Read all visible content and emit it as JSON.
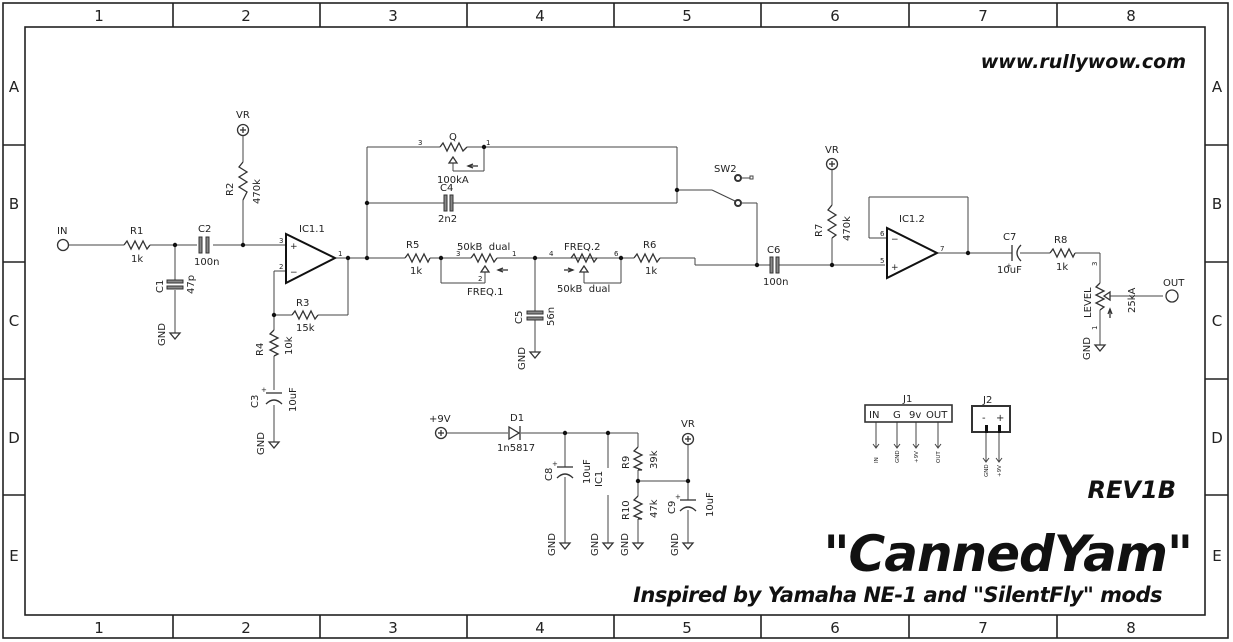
{
  "sheet": {
    "columns": [
      "1",
      "2",
      "3",
      "4",
      "5",
      "6",
      "7",
      "8"
    ],
    "rows": [
      "A",
      "B",
      "C",
      "D",
      "E"
    ]
  },
  "title_block": {
    "website": "www.rullywow.com",
    "revision": "REV1B",
    "title": "\"CannedYam\"",
    "subtitle": "Inspired by Yamaha NE-1 and \"SilentFly\" mods"
  },
  "nets": {
    "in": "IN",
    "out": "OUT",
    "vr": "VR",
    "gnd": "GND",
    "v9": "+9V"
  },
  "components": {
    "R1": {
      "ref": "R1",
      "value": "1k"
    },
    "R2": {
      "ref": "R2",
      "value": "470k"
    },
    "R3": {
      "ref": "R3",
      "value": "15k"
    },
    "R4": {
      "ref": "R4",
      "value": "10k"
    },
    "R5": {
      "ref": "R5",
      "value": "1k"
    },
    "R6": {
      "ref": "R6",
      "value": "1k"
    },
    "R7": {
      "ref": "R7",
      "value": "470k"
    },
    "R8": {
      "ref": "R8",
      "value": "1k"
    },
    "R9": {
      "ref": "R9",
      "value": "39k"
    },
    "R10": {
      "ref": "R10",
      "value": "47k"
    },
    "C1": {
      "ref": "C1",
      "value": "47p"
    },
    "C2": {
      "ref": "C2",
      "value": "100n"
    },
    "C3": {
      "ref": "C3",
      "value": "10uF"
    },
    "C4": {
      "ref": "C4",
      "value": "2n2"
    },
    "C5": {
      "ref": "C5",
      "value": "56n"
    },
    "C6": {
      "ref": "C6",
      "value": "100n"
    },
    "C7": {
      "ref": "C7",
      "value": "10uF"
    },
    "C8": {
      "ref": "C8",
      "value": "10uF"
    },
    "C9": {
      "ref": "C9",
      "value": "10uF"
    },
    "D1": {
      "ref": "D1",
      "value": "1n5817"
    },
    "IC1_1": {
      "ref": "IC1.1"
    },
    "IC1_2": {
      "ref": "IC1.2"
    },
    "IC1": {
      "ref": "IC1"
    },
    "Q": {
      "ref": "Q",
      "value": "100kA"
    },
    "FREQ1": {
      "ref": "FREQ.1",
      "value": "50kB  dual"
    },
    "FREQ2": {
      "ref": "FREQ.2",
      "value": "50kB  dual"
    },
    "LEVEL": {
      "ref": "LEVEL",
      "value": "25kA"
    },
    "SW2": {
      "ref": "SW2"
    },
    "J1": {
      "ref": "J1",
      "pins": [
        "IN",
        "G",
        "9v",
        "OUT"
      ],
      "pin_nets": [
        "IN",
        "GND",
        "+9V",
        "OUT"
      ]
    },
    "J2": {
      "ref": "J2",
      "pins": [
        "-",
        "+"
      ],
      "pin_nets": [
        "GND",
        "+9V"
      ]
    }
  },
  "pin_numbers": {
    "p1": "1",
    "p2": "2",
    "p3": "3",
    "p4": "4",
    "p5": "5",
    "p6": "6",
    "p7": "7"
  }
}
